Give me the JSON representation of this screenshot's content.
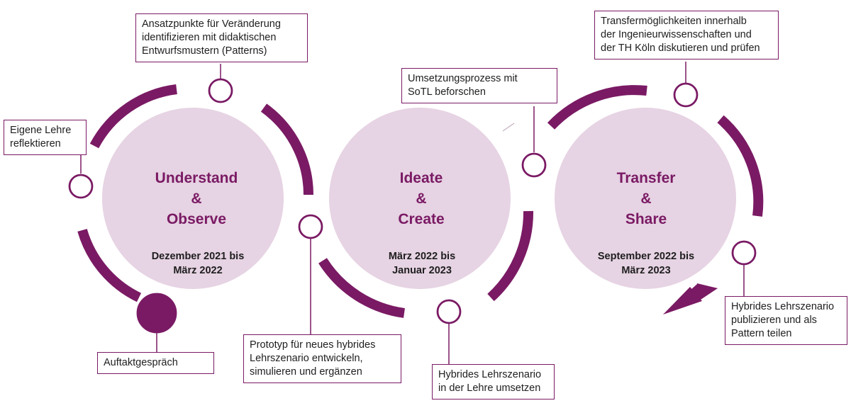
{
  "phases": [
    {
      "title_lines": [
        "Understand",
        "&",
        "Observe"
      ],
      "date_lines": [
        "Dezember 2021 bis",
        "März 2022"
      ]
    },
    {
      "title_lines": [
        "Ideate",
        "&",
        "Create"
      ],
      "date_lines": [
        "März 2022 bis",
        "Januar 2023"
      ]
    },
    {
      "title_lines": [
        "Transfer",
        "&",
        "Share"
      ],
      "date_lines": [
        "September 2022 bis",
        "März 2023"
      ]
    }
  ],
  "steps": [
    {
      "lines": [
        "Eigene Lehre",
        "reflektieren"
      ]
    },
    {
      "lines": [
        "Ansatzpunkte für Veränderung",
        "identifizieren mit didaktischen",
        "Entwurfsmustern (Patterns)"
      ]
    },
    {
      "lines": [
        "Auftaktgespräch"
      ]
    },
    {
      "lines": [
        "Prototyp für neues hybrides",
        "Lehrszenario entwickeln,",
        "simulieren und ergänzen"
      ]
    },
    {
      "lines": [
        "Umsetzungsprozess mit",
        "SoTL beforschen"
      ]
    },
    {
      "lines": [
        "Hybrides Lehrszenario",
        "in der Lehre umsetzen"
      ]
    },
    {
      "lines": [
        "Transfermöglichkeiten innerhalb",
        "der Ingenieurwissenschaften und",
        "der TH Köln diskutieren und prüfen"
      ]
    },
    {
      "lines": [
        "Hybrides Lehrszenario",
        "publizieren und als",
        "Pattern teilen"
      ]
    }
  ],
  "colors": {
    "accent": "#7a1a64",
    "phase_fill": "#e6d3e3",
    "text": "#1e1e1e"
  }
}
